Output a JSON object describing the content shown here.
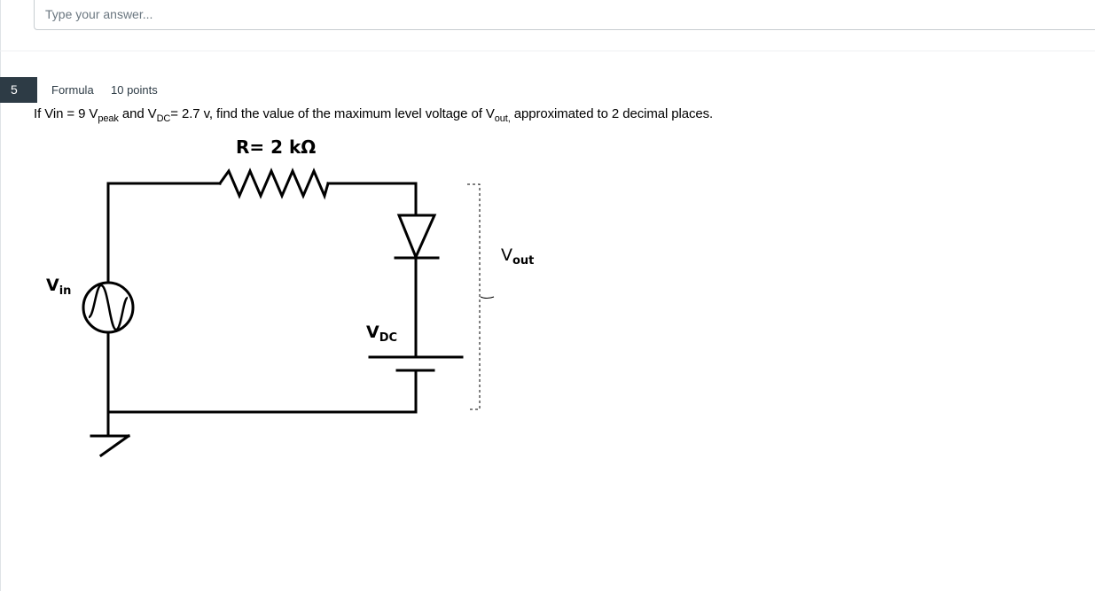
{
  "answer_field": {
    "placeholder": "Type your answer..."
  },
  "question": {
    "number": "5",
    "type": "Formula",
    "points": "10 points",
    "text_parts": {
      "p1": "If Vin = 9 V",
      "sub_peak": "peak",
      "p2": " and V",
      "sub_dc": "DC",
      "p3": "= 2.7 v, find the value of the maximum level voltage of V",
      "sub_out": "out,",
      "p4": " approximated to 2 decimal places."
    }
  },
  "circuit": {
    "resistor_label": "R= 2 kΩ",
    "vin_label": {
      "main": "V",
      "sub": "in"
    },
    "vdc_label": {
      "main": "V",
      "sub": "DC"
    },
    "vout_label": {
      "main": "V",
      "sub": "out"
    }
  }
}
